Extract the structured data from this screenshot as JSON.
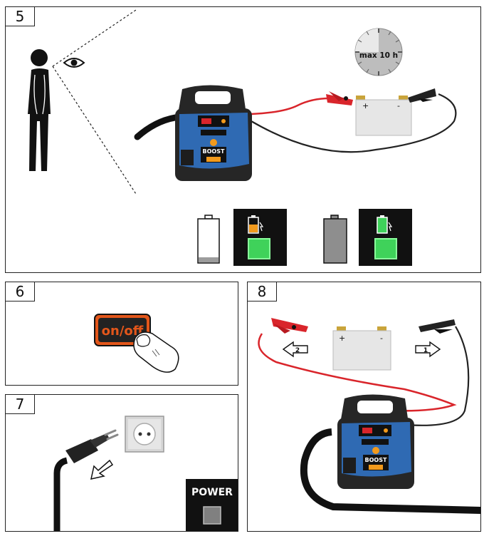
{
  "steps": {
    "s5": {
      "number": "5",
      "timer_label": "max 10 h",
      "plus": "+",
      "minus": "-",
      "boost": "BOOST"
    },
    "s6": {
      "number": "6",
      "button_label": "on/off"
    },
    "s7": {
      "number": "7",
      "power_label": "POWER"
    },
    "s8": {
      "number": "8",
      "plus": "+",
      "minus": "-",
      "arrow_red": "2",
      "arrow_black": "1",
      "boost": "BOOST"
    }
  },
  "colors": {
    "charger_blue": "#2f6ab3",
    "charger_black": "#262626",
    "cable_red": "#d9252b",
    "indicator_green": "#3fd25a",
    "battery_body": "#e6e6e6",
    "terminal_gold": "#c9a43a"
  },
  "icons": [
    "eye-icon",
    "person-icon",
    "clock-icon",
    "battery-empty-icon",
    "battery-full-icon",
    "charging-icon",
    "finger-icon",
    "plug-icon",
    "socket-icon",
    "arrow-icon"
  ]
}
